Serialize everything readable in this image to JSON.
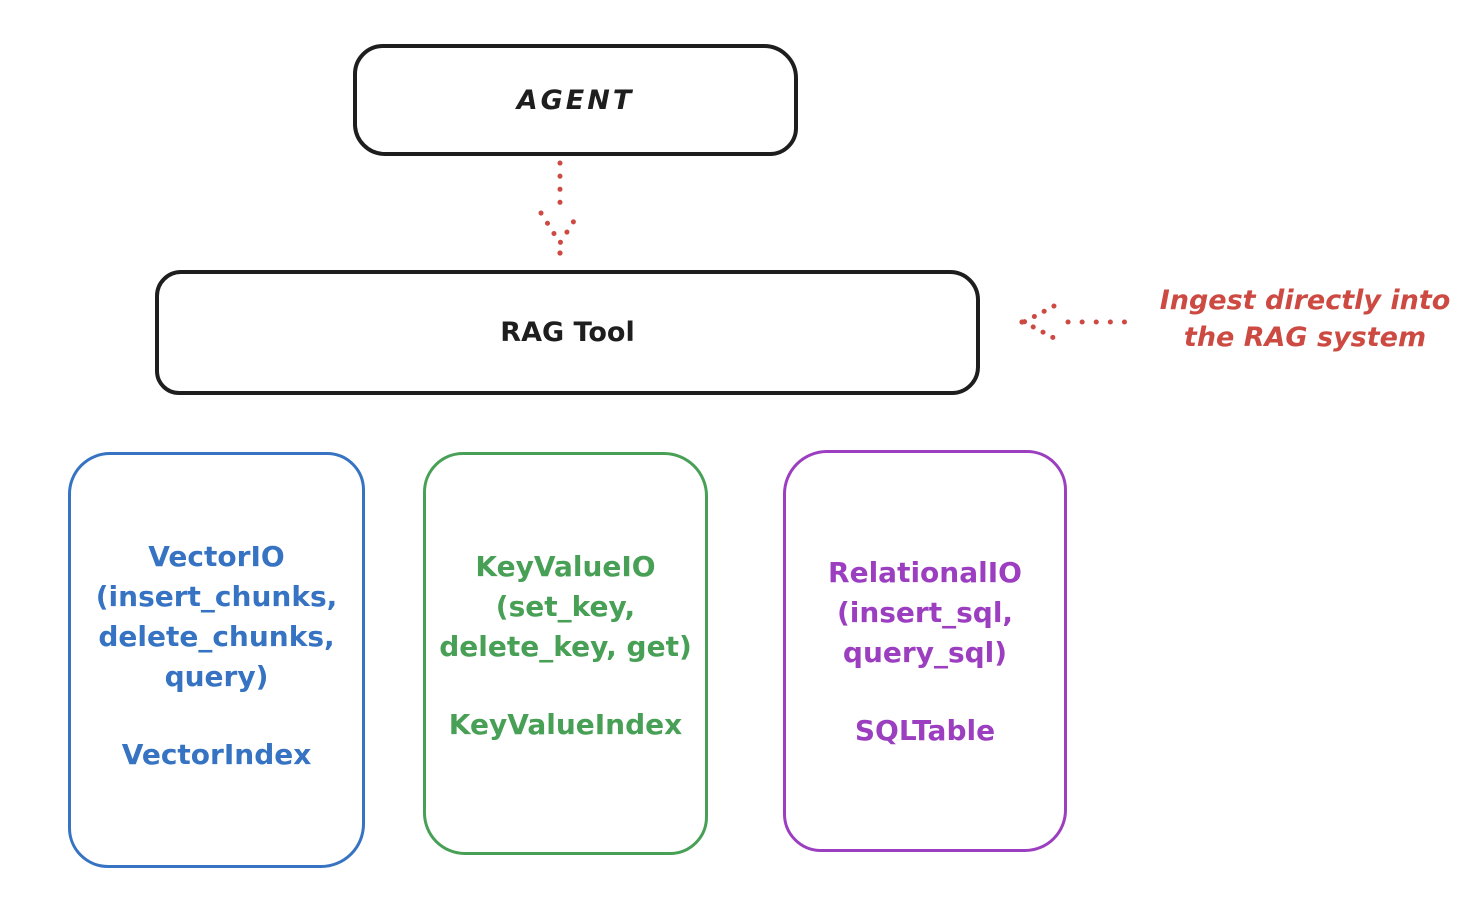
{
  "diagram": {
    "agent": {
      "label": "AGENT"
    },
    "rag_tool": {
      "label": "RAG Tool"
    },
    "annotation": {
      "line1": "Ingest directly into",
      "line2": "the RAG system",
      "color": "#cd4a43"
    },
    "arrow_color": "#cd4a43",
    "node_stroke_color": "#1e1e1e",
    "providers": [
      {
        "id": "vector-io",
        "color": "#3673c2",
        "lines": [
          "VectorIO",
          "(insert_chunks,",
          "delete_chunks,",
          "query)"
        ],
        "index_label": "VectorIndex"
      },
      {
        "id": "keyvalue-io",
        "color": "#47a055",
        "lines": [
          "KeyValueIO",
          "(set_key,",
          "delete_key, get)"
        ],
        "index_label": "KeyValueIndex"
      },
      {
        "id": "relational-io",
        "color": "#9b3fc0",
        "lines": [
          "RelationalIO",
          "(insert_sql,",
          "query_sql)"
        ],
        "index_label": "SQLTable"
      }
    ]
  }
}
